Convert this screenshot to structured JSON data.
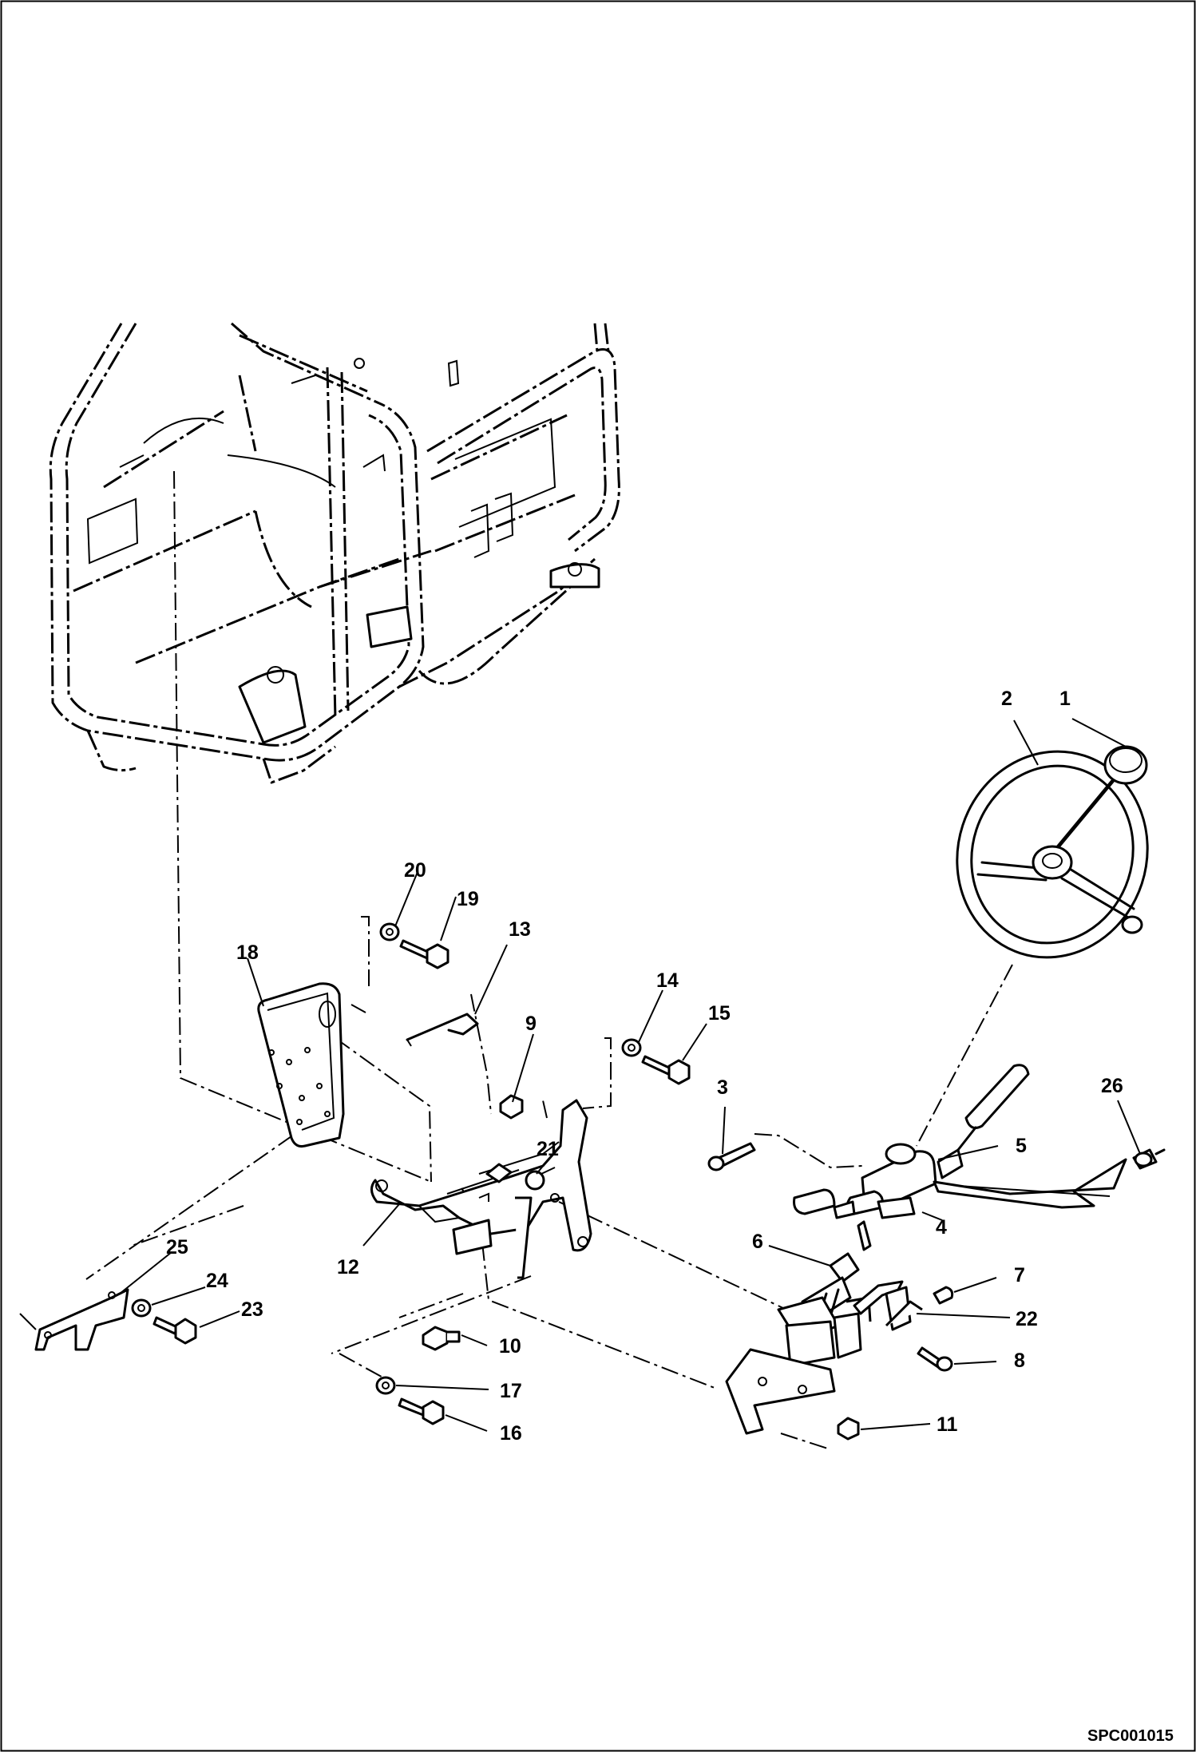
{
  "diagram": {
    "drawing_code": "SPC001015",
    "callouts": [
      {
        "id": "1",
        "label": "1"
      },
      {
        "id": "2",
        "label": "2"
      },
      {
        "id": "3",
        "label": "3"
      },
      {
        "id": "4",
        "label": "4"
      },
      {
        "id": "5",
        "label": "5"
      },
      {
        "id": "6",
        "label": "6"
      },
      {
        "id": "7",
        "label": "7"
      },
      {
        "id": "8",
        "label": "8"
      },
      {
        "id": "9",
        "label": "9"
      },
      {
        "id": "10",
        "label": "10"
      },
      {
        "id": "11",
        "label": "11"
      },
      {
        "id": "12",
        "label": "12"
      },
      {
        "id": "13",
        "label": "13"
      },
      {
        "id": "14",
        "label": "14"
      },
      {
        "id": "15",
        "label": "15"
      },
      {
        "id": "16",
        "label": "16"
      },
      {
        "id": "17",
        "label": "17"
      },
      {
        "id": "18",
        "label": "18"
      },
      {
        "id": "19",
        "label": "19"
      },
      {
        "id": "20",
        "label": "20"
      },
      {
        "id": "21",
        "label": "21"
      },
      {
        "id": "22",
        "label": "22"
      },
      {
        "id": "23",
        "label": "23"
      },
      {
        "id": "24",
        "label": "24"
      },
      {
        "id": "25",
        "label": "25"
      },
      {
        "id": "26",
        "label": "26"
      }
    ]
  }
}
